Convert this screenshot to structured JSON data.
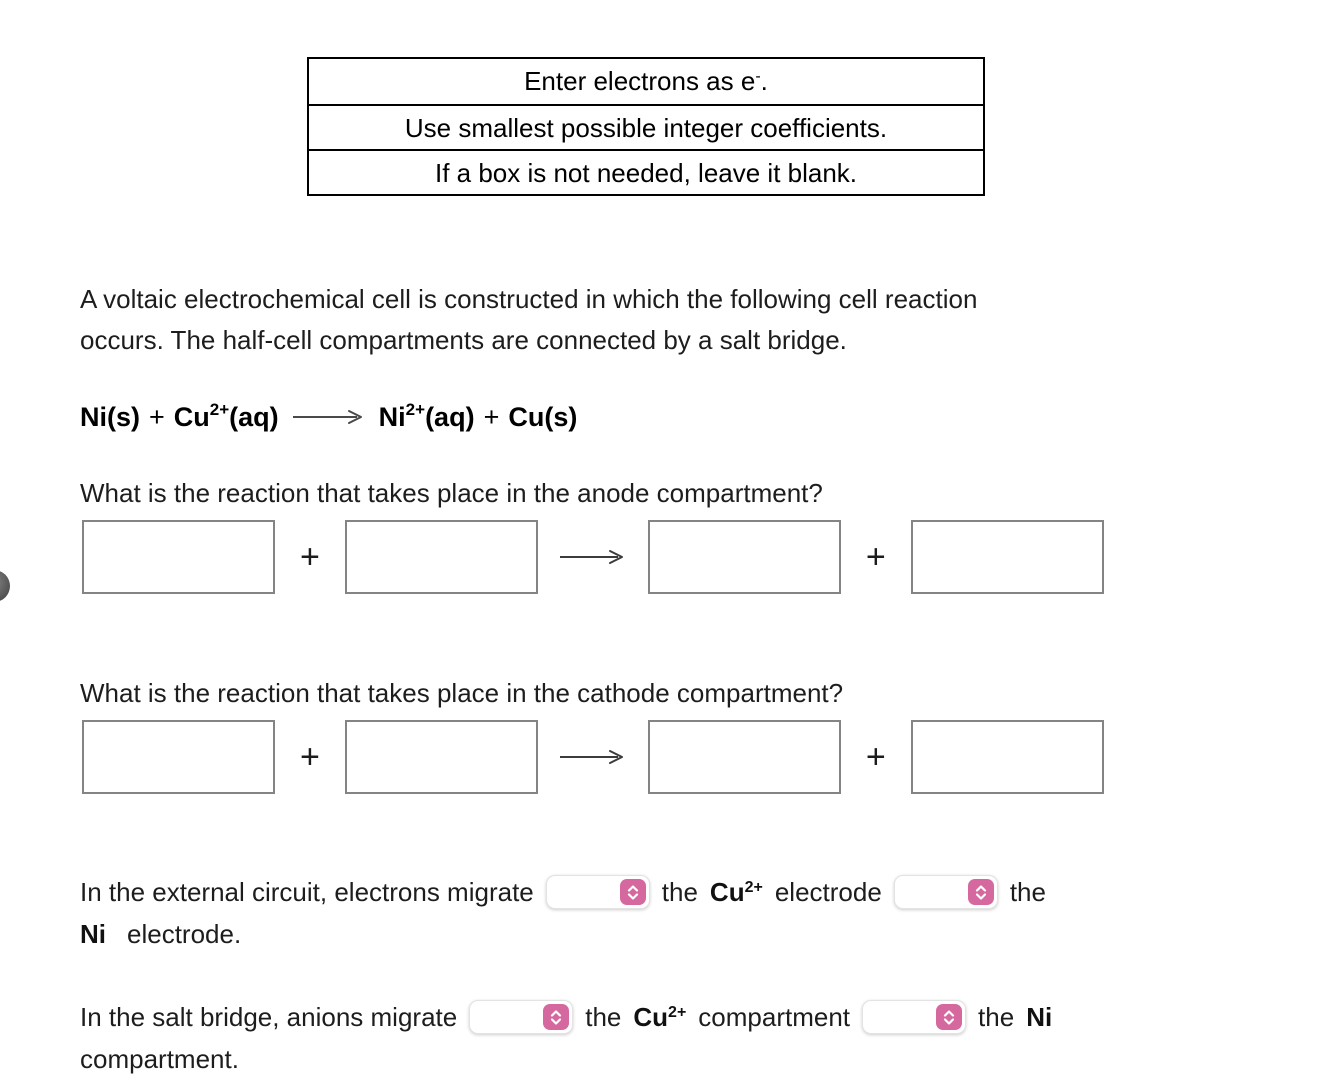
{
  "instructions_table": {
    "rows": [
      {
        "prefix": "Enter electrons as e",
        "sup": "-",
        "suffix": "."
      },
      {
        "text": "Use smallest possible integer coefficients."
      },
      {
        "text": "If a box is not needed, leave it blank."
      }
    ]
  },
  "intro": {
    "line1": "A voltaic electrochemical cell is constructed in which the following cell reaction",
    "line2": "occurs. The half-cell compartments are connected by a salt bridge."
  },
  "equation": {
    "reactant1": "Ni(s)",
    "plus": "+",
    "reactant2_base": "Cu",
    "reactant2_sup": "2+",
    "reactant2_state": "(aq)",
    "product1_base": "Ni",
    "product1_sup": "2+",
    "product1_state": "(aq)",
    "product2": "Cu(s)"
  },
  "anode_question": "What is the reaction that takes place in the anode compartment?",
  "cathode_question": "What is the reaction that takes place in the cathode compartment?",
  "reaction_row": {
    "plus": "+"
  },
  "external_circuit": {
    "part1": "In the external circuit, electrons migrate",
    "part2": "the",
    "species_base": "Cu",
    "species_sup": "2+",
    "part3": "electrode",
    "part4": "the",
    "line2_bold": "Ni",
    "line2_rest": "electrode."
  },
  "salt_bridge": {
    "part1": "In the salt bridge, anions migrate",
    "part2": "the",
    "species_base": "Cu",
    "species_sup": "2+",
    "part3": "compartment",
    "part4": "the",
    "part4_bold": "Ni",
    "line2_rest": "compartment."
  },
  "selects": {
    "value": "",
    "placeholder": ""
  },
  "icons": {
    "select_stepper": "up-down-chevrons-icon",
    "reaction_arrow": "long-right-arrow-icon"
  },
  "colors": {
    "select_accent": "#d5689e",
    "box_border": "#848484",
    "table_border": "#000000"
  }
}
